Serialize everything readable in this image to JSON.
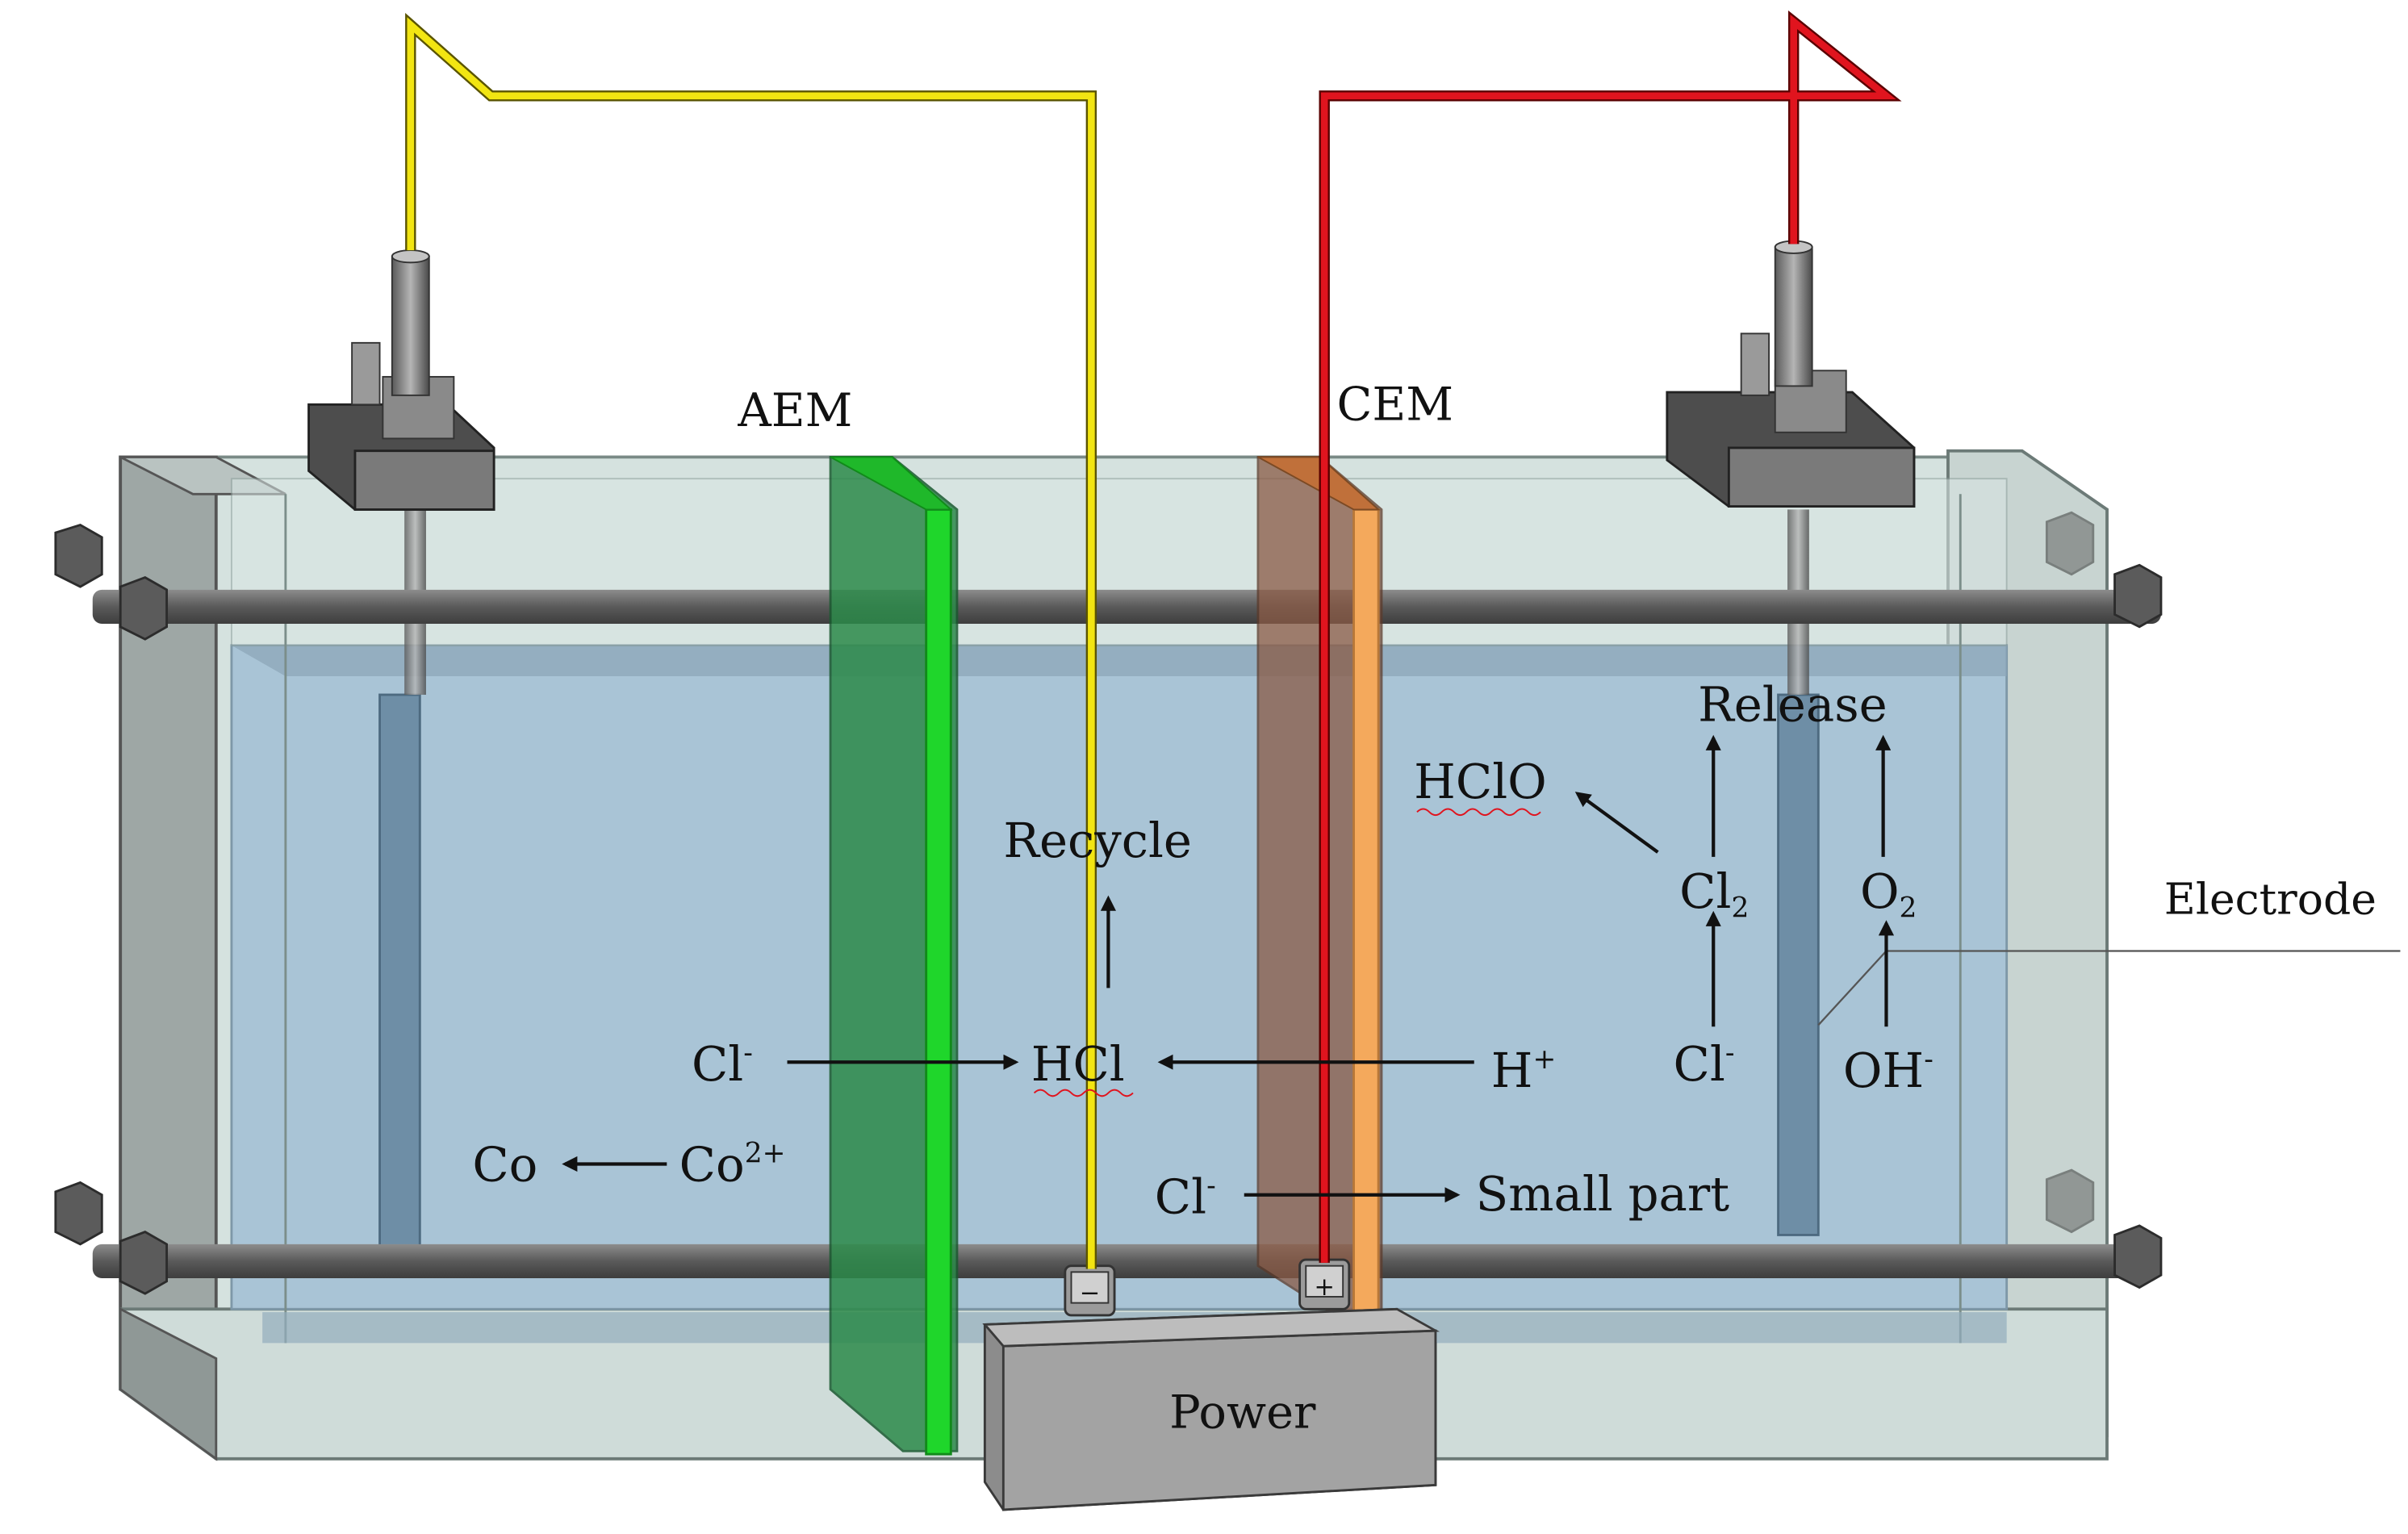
{
  "labels": {
    "aem": "AEM",
    "cem": "CEM",
    "electrode": "Electrode",
    "power": "Power",
    "release": "Release",
    "recycle": "Recycle",
    "hclo": "HClO",
    "cl2_base": "Cl",
    "cl2_sub": "2",
    "o2_base": "O",
    "o2_sub": "2",
    "cl_ion_base": "Cl",
    "cl_ion_sup": "-",
    "hcl": "HCl",
    "h_base": "H",
    "h_sup": "+",
    "oh_base": "OH",
    "oh_sup": "-",
    "co": "Co",
    "co2_base": "Co",
    "co2_sup": "2+",
    "small_part": "Small part",
    "minus_sign": "−",
    "plus_sign": "+"
  },
  "colors": {
    "negative_wire": "#f2e512",
    "positive_wire": "#e0141e",
    "aem_membrane": "#1fd62b",
    "cem_membrane": "#f4a95c",
    "electrolyte": "#9fbcd0",
    "tank_frame": "#c6d6d2",
    "power_box": "#9a9a9a"
  }
}
